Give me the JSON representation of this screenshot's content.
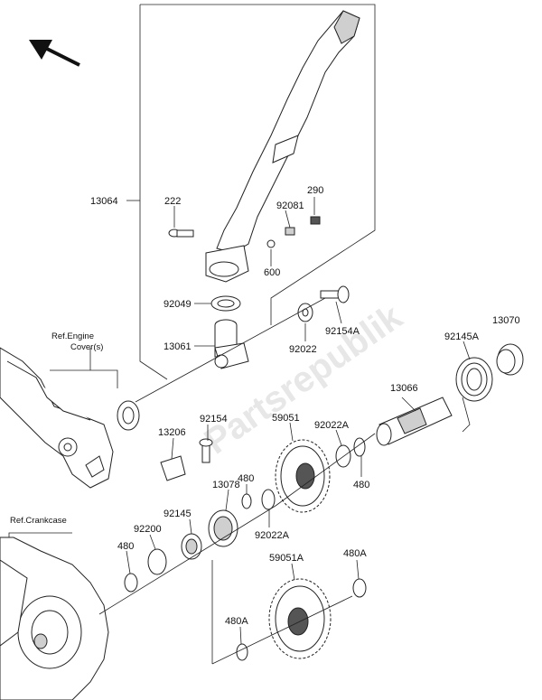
{
  "watermark": "Partsrepublik",
  "references": {
    "engine_cover": [
      "Ref.Engine",
      "Cover(s)"
    ],
    "crankcase": "Ref.Crankcase"
  },
  "parts": {
    "p13064": "13064",
    "p222": "222",
    "p92081": "92081",
    "p290": "290",
    "p600": "600",
    "p92049": "92049",
    "p13061": "13061",
    "p92022": "92022",
    "p92154A": "92154A",
    "p92145A": "92145A",
    "p13070": "13070",
    "p13066": "13066",
    "p13206": "13206",
    "p92154": "92154",
    "p59051": "59051",
    "p92022A_top": "92022A",
    "p480_right": "480",
    "p13078": "13078",
    "p480_mid": "480",
    "p92145": "92145",
    "p92022A_mid": "92022A",
    "p92200": "92200",
    "p480_left": "480",
    "p59051A": "59051A",
    "p480A_right": "480A",
    "p480A_left": "480A"
  },
  "icons": {
    "direction_arrow": "front-direction-arrow-icon"
  }
}
